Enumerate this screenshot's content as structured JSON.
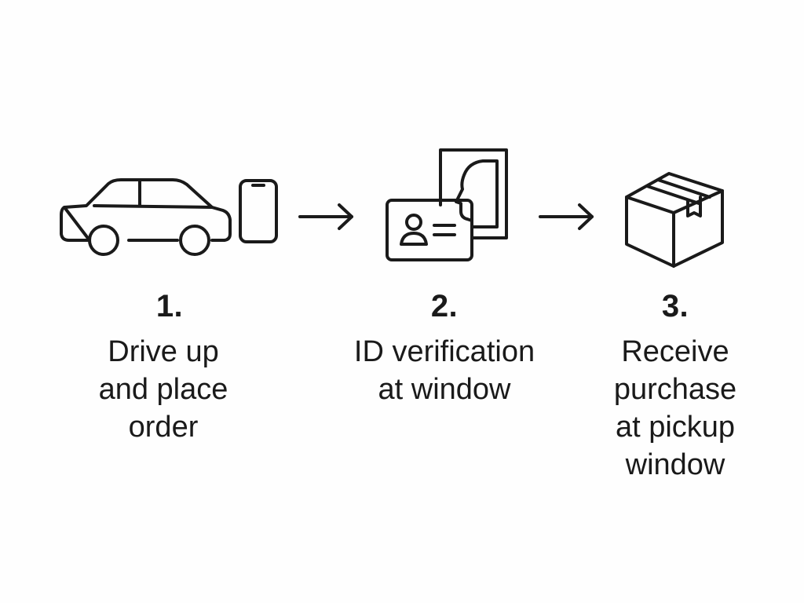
{
  "steps": [
    {
      "number": "1.",
      "text": "Drive up\nand place\norder",
      "icons": [
        "car-icon",
        "smartphone-icon"
      ]
    },
    {
      "number": "2.",
      "text": "ID verification\nat window",
      "icons": [
        "id-card-icon"
      ]
    },
    {
      "number": "3.",
      "text": "Receive\npurchase\nat pickup\nwindow",
      "icons": [
        "package-box-icon"
      ]
    }
  ],
  "connectors": [
    "arrow-right-icon",
    "arrow-right-icon"
  ],
  "colors": {
    "stroke": "#1a1a1a",
    "background": "#fefefe"
  }
}
